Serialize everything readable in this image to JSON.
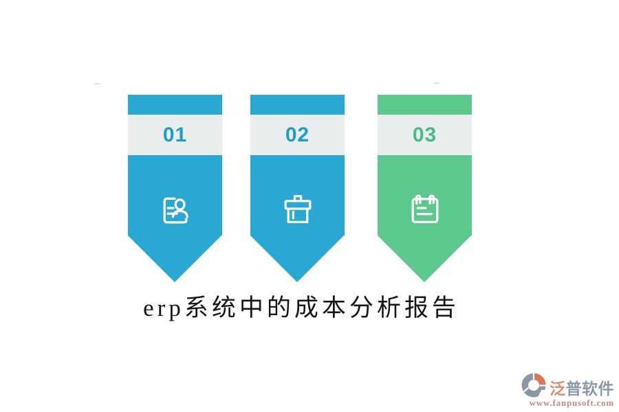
{
  "page": {
    "background": "#ffffff"
  },
  "title": {
    "text": "erp系统中的成本分析报告",
    "color": "#161616"
  },
  "banners": [
    {
      "number": "01",
      "icon": "id-card-icon",
      "color": "#28a8d2",
      "band_color": "#e9edee",
      "number_color": "#1f9dc9"
    },
    {
      "number": "02",
      "icon": "archive-box-icon",
      "color": "#28a8d2",
      "band_color": "#e9edee",
      "number_color": "#1f9dc9"
    },
    {
      "number": "03",
      "icon": "notepad-icon",
      "color": "#5cc88e",
      "band_color": "#e9edee",
      "number_color": "#43bc85"
    }
  ],
  "watermark": {
    "brand_first_char": "泛",
    "brand_rest": "普软件",
    "url": "www.fanpusoft.com",
    "icon": "fanpu-logo-icon",
    "brand_color": "#8d98a9",
    "accent_color": "#da8a73",
    "url_color": "#cf8576",
    "logo_gray": "#8b96a8",
    "logo_orange": "#de7550"
  }
}
